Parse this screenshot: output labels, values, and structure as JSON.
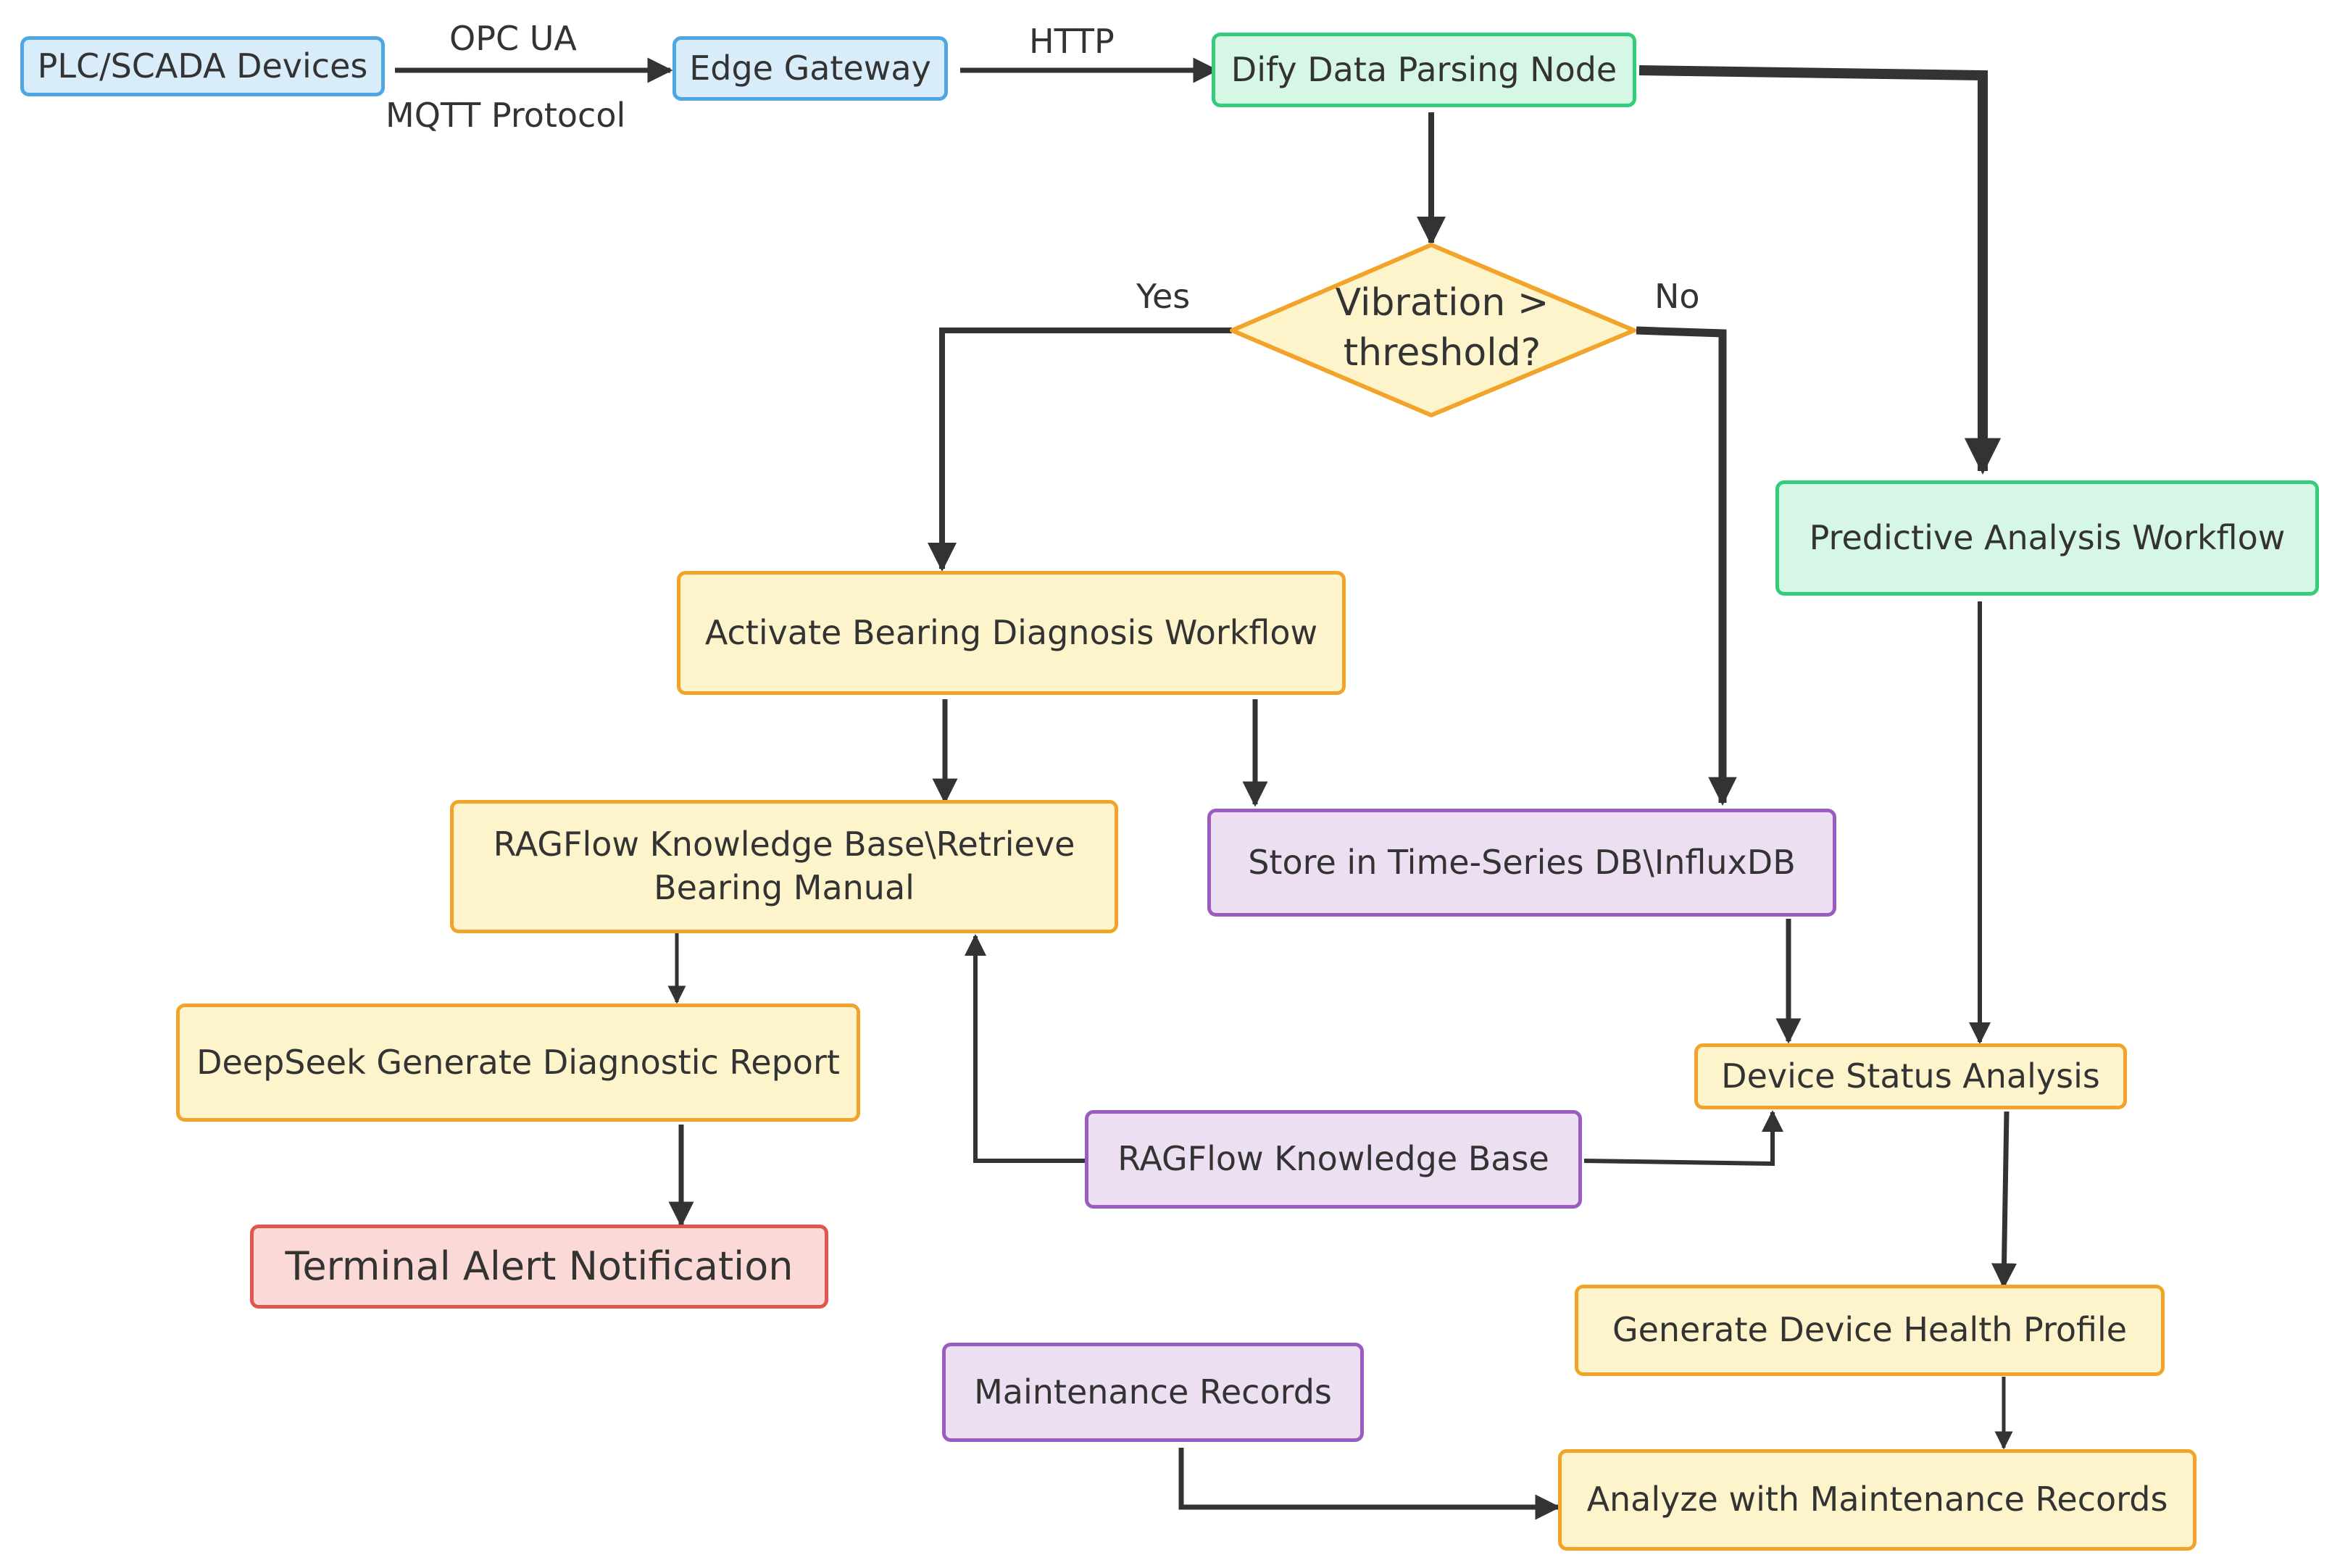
{
  "nodes": {
    "plc": "PLC/SCADA Devices",
    "edge_gateway": "Edge Gateway",
    "dify": "Dify Data Parsing Node",
    "decision_line1": "Vibration >",
    "decision_line2": "threshold?",
    "predictive": "Predictive Analysis Workflow",
    "bearing_workflow": "Activate Bearing Diagnosis Workflow",
    "ragflow_retrieve_line1": "RAGFlow Knowledge Base\\Retrieve",
    "ragflow_retrieve_line2": "Bearing Manual",
    "store_tsdb": "Store in Time-Series DB\\InfluxDB",
    "deepseek": "DeepSeek Generate Diagnostic Report",
    "device_status": "Device Status Analysis",
    "ragflow_kb": "RAGFlow Knowledge Base",
    "terminal_alert": "Terminal Alert Notification",
    "health_profile": "Generate Device Health Profile",
    "maintenance_records": "Maintenance Records",
    "analyze_maintenance": "Analyze with Maintenance Records"
  },
  "edge_labels": {
    "opc_ua": "OPC UA",
    "mqtt": "MQTT Protocol",
    "http": "HTTP",
    "yes": "Yes",
    "no": "No"
  },
  "colors": {
    "blue_fill": "#d8ecfa",
    "blue_border": "#4ea6e2",
    "green_fill": "#d6f6e6",
    "green_border": "#33cc7a",
    "yellow_fill": "#fdf4cc",
    "yellow_border": "#f2a42a",
    "purple_fill": "#ecdff2",
    "purple_border": "#9a5cc0",
    "red_fill": "#fbd9d6",
    "red_border": "#e2554e",
    "arrow": "#333333"
  }
}
